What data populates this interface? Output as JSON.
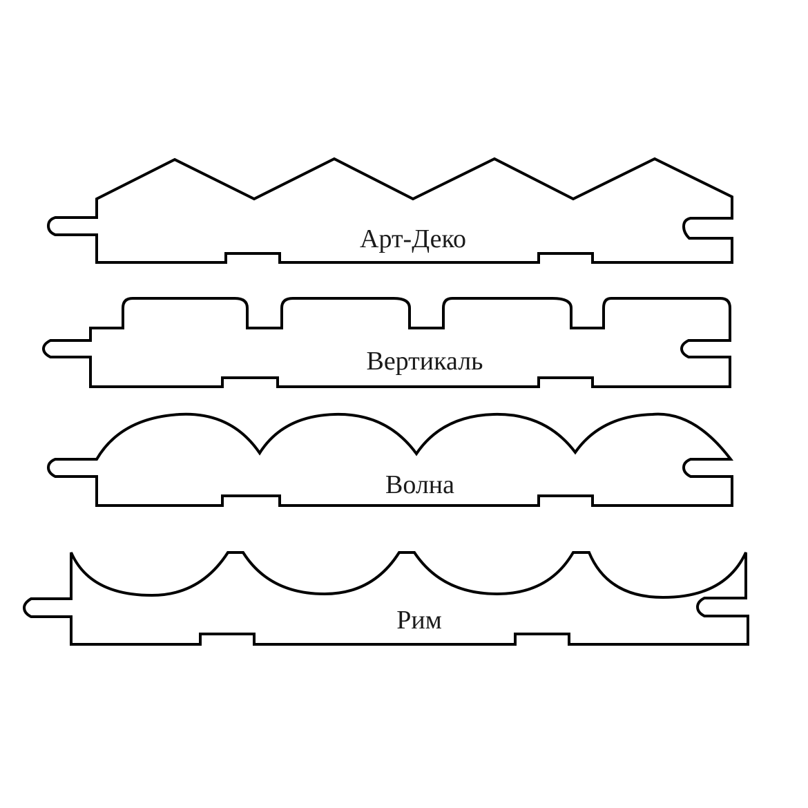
{
  "diagram": {
    "background_color": "#ffffff",
    "line_color": "#000000",
    "profiles": [
      {
        "id": "art-deco",
        "label": "Арт-Деко",
        "top_shape": "zigzag"
      },
      {
        "id": "vertical",
        "label": "Вертикаль",
        "top_shape": "rectangular-grooves"
      },
      {
        "id": "wave",
        "label": "Волна",
        "top_shape": "convex-arcs"
      },
      {
        "id": "rim",
        "label": "Рим",
        "top_shape": "concave-arcs"
      }
    ]
  }
}
